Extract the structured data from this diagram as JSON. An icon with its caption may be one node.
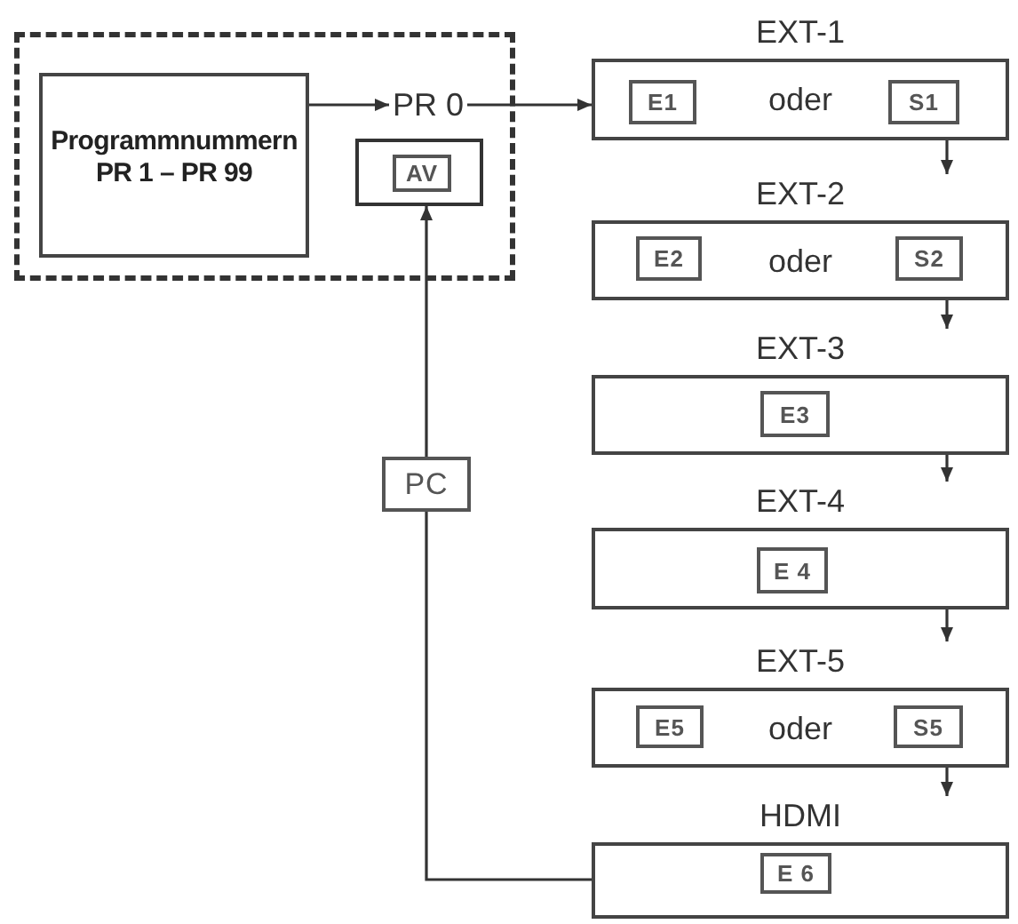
{
  "diagram": {
    "nodes": [
      {
        "text": [],
        "shape": "box"
      },
      {
        "text": [
          "Programmnummern PR 1 – PR 99"
        ],
        "in": 0
      },
      {
        "text": [
          "PR 0"
        ],
        "in": 0
      },
      {
        "text": [],
        "shape": "box",
        "in": 0
      },
      {
        "text": [
          "AV"
        ],
        "in": 3
      },
      {
        "text": [
          "EXT-1",
          "oder"
        ]
      },
      {
        "text": [
          "E1"
        ],
        "in": 5
      },
      {
        "text": [
          "S1"
        ],
        "in": 5
      },
      {
        "text": [
          "EXT-2",
          "oder"
        ]
      },
      {
        "text": [
          "E2"
        ],
        "in": 8
      },
      {
        "text": [
          "S2"
        ],
        "in": 8
      },
      {
        "text": [
          "EXT-3"
        ]
      },
      {
        "text": [
          "E3"
        ],
        "in": 11
      },
      {
        "text": [
          "EXT-4"
        ]
      },
      {
        "text": [
          "E 4"
        ],
        "in": 13
      },
      {
        "text": [
          "EXT-5",
          "oder"
        ]
      },
      {
        "text": [
          "E5"
        ],
        "in": 15
      },
      {
        "text": [
          "S5"
        ],
        "in": 15
      },
      {
        "text": [
          "HDMI"
        ]
      },
      {
        "text": [
          "E 6"
        ],
        "in": 18
      },
      {
        "text": [
          "PC"
        ]
      }
    ],
    "edges": [
      {
        "from": 1,
        "to": 2,
        "arrow": "to"
      },
      {
        "from": 2,
        "to": 5,
        "arrow": "to"
      },
      {
        "from": 5,
        "to": 8,
        "arrow": "to"
      },
      {
        "from": 8,
        "to": 11,
        "arrow": "to"
      },
      {
        "from": 11,
        "to": 13,
        "arrow": "to"
      },
      {
        "from": 13,
        "to": 15,
        "arrow": "to"
      },
      {
        "from": 15,
        "to": 18,
        "arrow": "to"
      },
      {
        "from": 18,
        "to": 20,
        "arrow": "none"
      },
      {
        "from": 20,
        "to": 3,
        "arrow": "to"
      }
    ]
  }
}
